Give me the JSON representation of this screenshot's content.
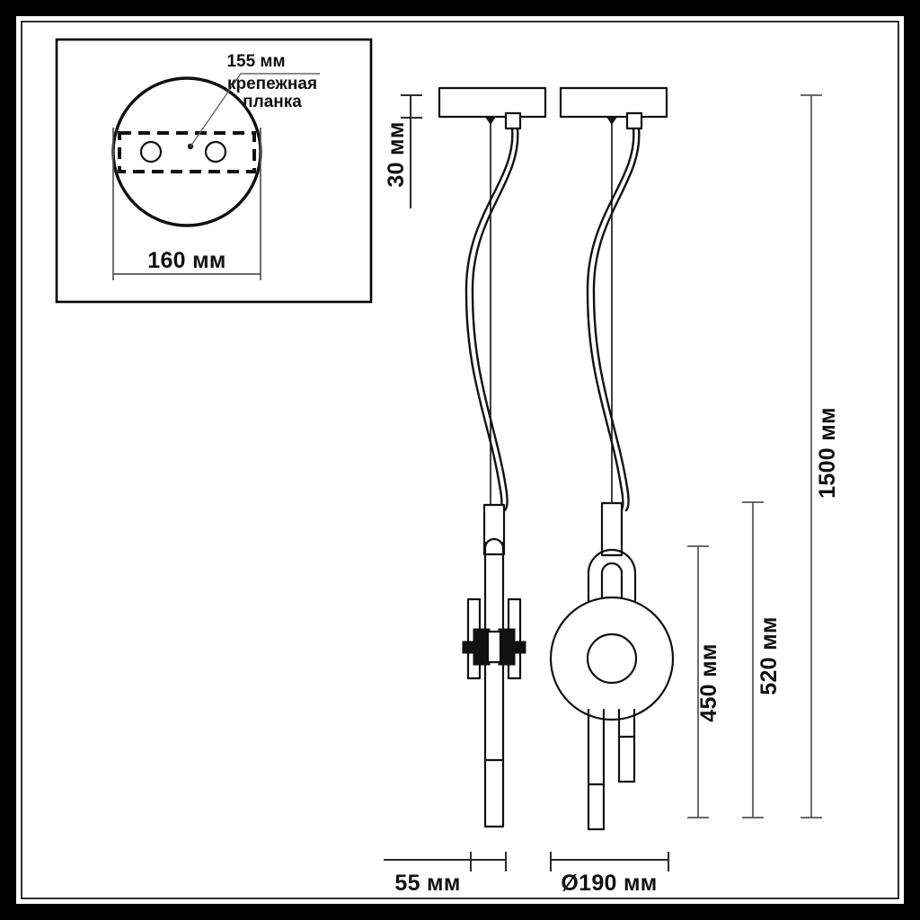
{
  "drawing": {
    "title": "Pendant lamp technical dimension drawing",
    "units": "мм",
    "line_color": "#111111",
    "dim_color": "#555555",
    "background": "#ffffff"
  },
  "detail_view": {
    "name": "ceiling-mount-detail",
    "callout_dimension": "155 мм",
    "callout_text_line1": "крепежная",
    "callout_text_line2": "планка",
    "diameter_label": "160 мм"
  },
  "dimensions": {
    "canopy_height": "30 мм",
    "shade_height": "450 мм",
    "fixture_height": "520 мм",
    "total_height": "1500 мм",
    "side_depth": "55 мм",
    "front_diameter": "Ø190 мм"
  },
  "views": {
    "side_view_name": "lamp-side-view",
    "front_view_name": "lamp-front-view"
  }
}
